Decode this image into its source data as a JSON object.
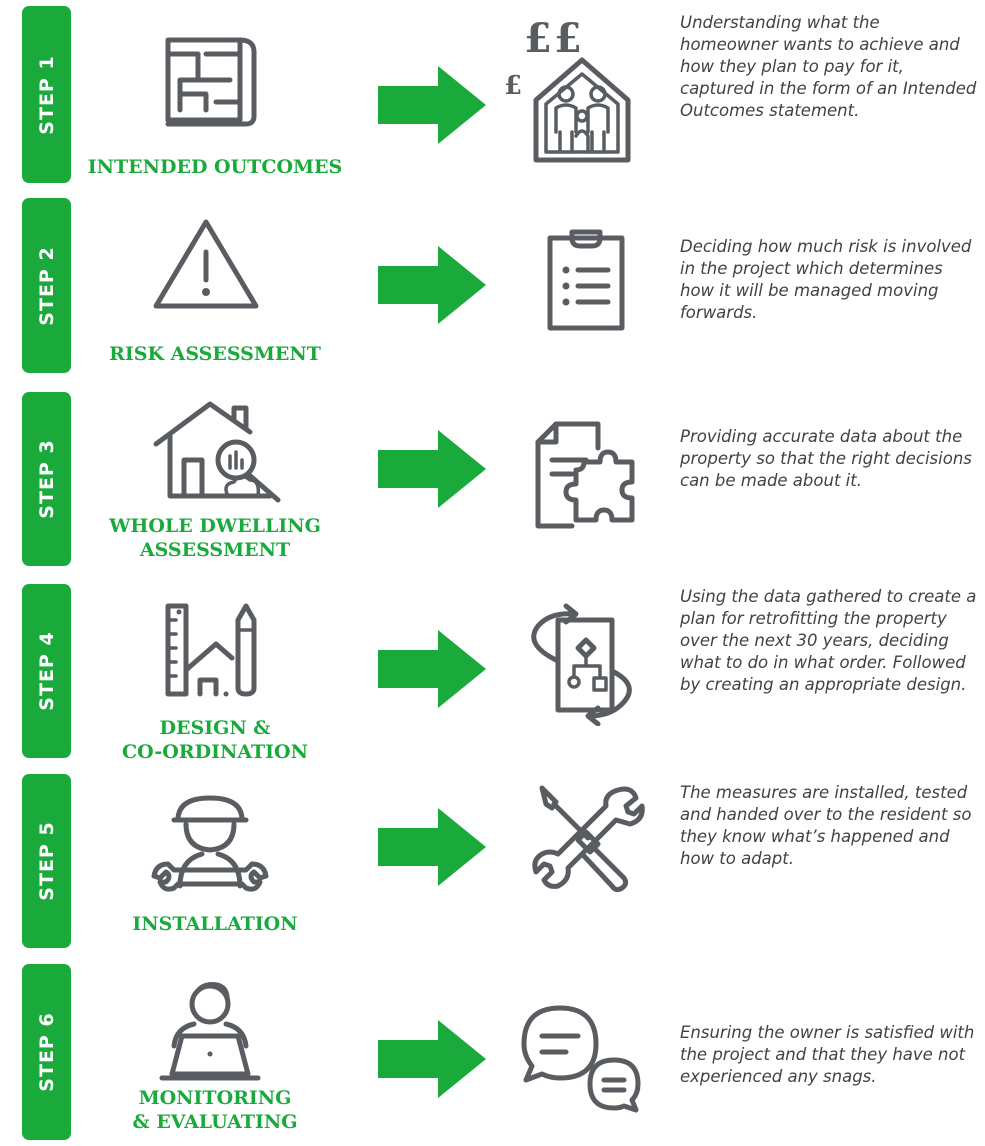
{
  "colors": {
    "accent": "#1aaa3b",
    "icon": "#595d61",
    "text": "#3e4347"
  },
  "steps": [
    {
      "tab": "STEP 1",
      "title": "INTENDED OUTCOMES",
      "left_icon": "blueprint-icon",
      "right_icon": "family-home-money-icon",
      "description": "Understanding what the homeowner wants to achieve and how they plan to pay for it, captured in the form of an Intended Outcomes statement.",
      "currency_symbol": "£"
    },
    {
      "tab": "STEP 2",
      "title": "RISK ASSESSMENT",
      "left_icon": "warning-icon",
      "right_icon": "clipboard-checklist-icon",
      "description": "Deciding how much risk is involved in the project which determines how it will be managed moving forwards."
    },
    {
      "tab": "STEP 3",
      "title_line1": "WHOLE DWELLING",
      "title_line2": "ASSESSMENT",
      "left_icon": "house-magnifier-icon",
      "right_icon": "document-puzzle-icon",
      "description": "Providing accurate data about the property so that the right decisions can be made about it."
    },
    {
      "tab": "STEP 4",
      "title_line1": "DESIGN &",
      "title_line2": "CO-ORDINATION",
      "left_icon": "ruler-house-pencil-icon",
      "right_icon": "flowchart-cycle-icon",
      "description": "Using the data gathered to create a plan for retrofitting the property over the next 30 years, deciding what to do in what order.  Followed by creating an appropriate design."
    },
    {
      "tab": "STEP 5",
      "title": "INSTALLATION",
      "left_icon": "worker-wrench-icon",
      "right_icon": "screwdriver-wrench-icon",
      "description": "The measures are installed, tested and handed over to the resident so they know what’s happened and how to adapt."
    },
    {
      "tab": "STEP 6",
      "title_line1": "MONITORING",
      "title_line2": "& EVALUATING",
      "left_icon": "person-laptop-icon",
      "right_icon": "chat-bubbles-icon",
      "description": "Ensuring the owner is satisfied with the project and that they have not experienced any snags."
    }
  ]
}
